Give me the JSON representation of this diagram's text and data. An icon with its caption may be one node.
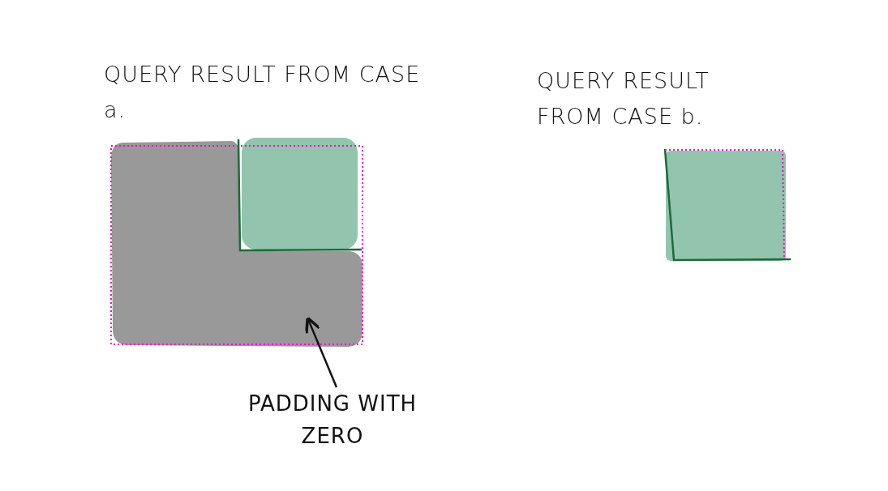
{
  "diagram": {
    "nodes": [
      {
        "text": [
          "PADDING WITH ZERO"
        ]
      },
      {
        "text": [],
        "shape": "box"
      }
    ],
    "edges": [
      {
        "from": 0,
        "to": 1,
        "arrow": "to"
      }
    ],
    "labels": [
      "QUERY RESULT FROM CASE a.",
      "QUERY RESULT FROM CASE b."
    ]
  }
}
